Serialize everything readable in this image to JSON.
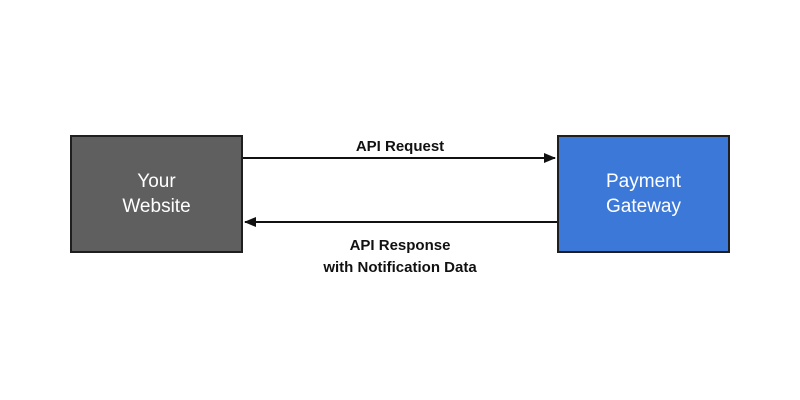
{
  "nodes": {
    "website": {
      "line1": "Your",
      "line2": "Website",
      "fill": "#5f5f5f"
    },
    "gateway": {
      "line1": "Payment",
      "line2": "Gateway",
      "fill": "#3c78d8"
    }
  },
  "edges": {
    "request": {
      "label": "API Request"
    },
    "response": {
      "line1": "API Response",
      "line2": "with Notification Data"
    }
  }
}
